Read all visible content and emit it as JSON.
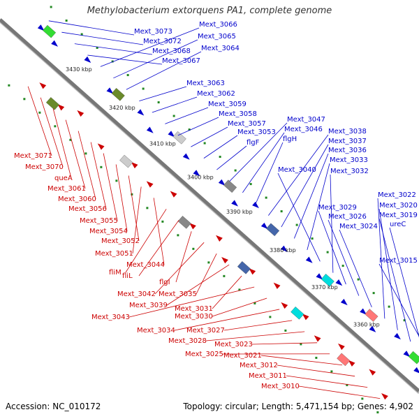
{
  "title": "Methylobacterium extorquens PA1, complete genome",
  "accession": "Accession: NC_010172",
  "topology": "Topology: circular; Length: 5,471,154 bp; Genes: 4,902",
  "colors": {
    "forward": "#0000cc",
    "reverse": "#cc0000",
    "backbone": "#777777",
    "tick_dots": "#228822"
  },
  "ticks": [
    "3430 kbp",
    "3420 kbp",
    "3410 kbp",
    "3400 kbp",
    "3390 kbp",
    "3380 kbp",
    "3370 kbp",
    "3360 kbp"
  ],
  "forward_labels": [
    "Mext_3073",
    "Mext_3072",
    "Mext_3068",
    "Mext_3067",
    "Mext_3066",
    "Mext_3065",
    "Mext_3064",
    "Mext_3063",
    "Mext_3062",
    "Mext_3059",
    "Mext_3058",
    "Mext_3057",
    "Mext_3053",
    "flgF",
    "Mext_3047",
    "Mext_3046",
    "flgH",
    "Mext_3038",
    "Mext_3037",
    "Mext_3036",
    "Mext_3033",
    "Mext_3040",
    "Mext_3032",
    "Mext_3029",
    "Mext_3026",
    "Mext_3024",
    "Mext_3022",
    "Mext_3020",
    "Mext_3019",
    "ureC",
    "Mext_3015"
  ],
  "reverse_labels": [
    "Mext_3071",
    "Mext_3070",
    "queA",
    "Mext_3061",
    "Mext_3060",
    "Mext_3056",
    "Mext_3055",
    "Mext_3054",
    "Mext_3052",
    "Mext_3051",
    "Mext_3044",
    "fliM",
    "fliL",
    "flgI",
    "Mext_3042",
    "Mext_3035",
    "Mext_3039",
    "Mext_3031",
    "Mext_3043",
    "Mext_3030",
    "Mext_3034",
    "Mext_3027",
    "Mext_3028",
    "Mext_3023",
    "Mext_3025",
    "Mext_3021",
    "Mext_3012",
    "Mext_3011",
    "Mext_3010"
  ]
}
